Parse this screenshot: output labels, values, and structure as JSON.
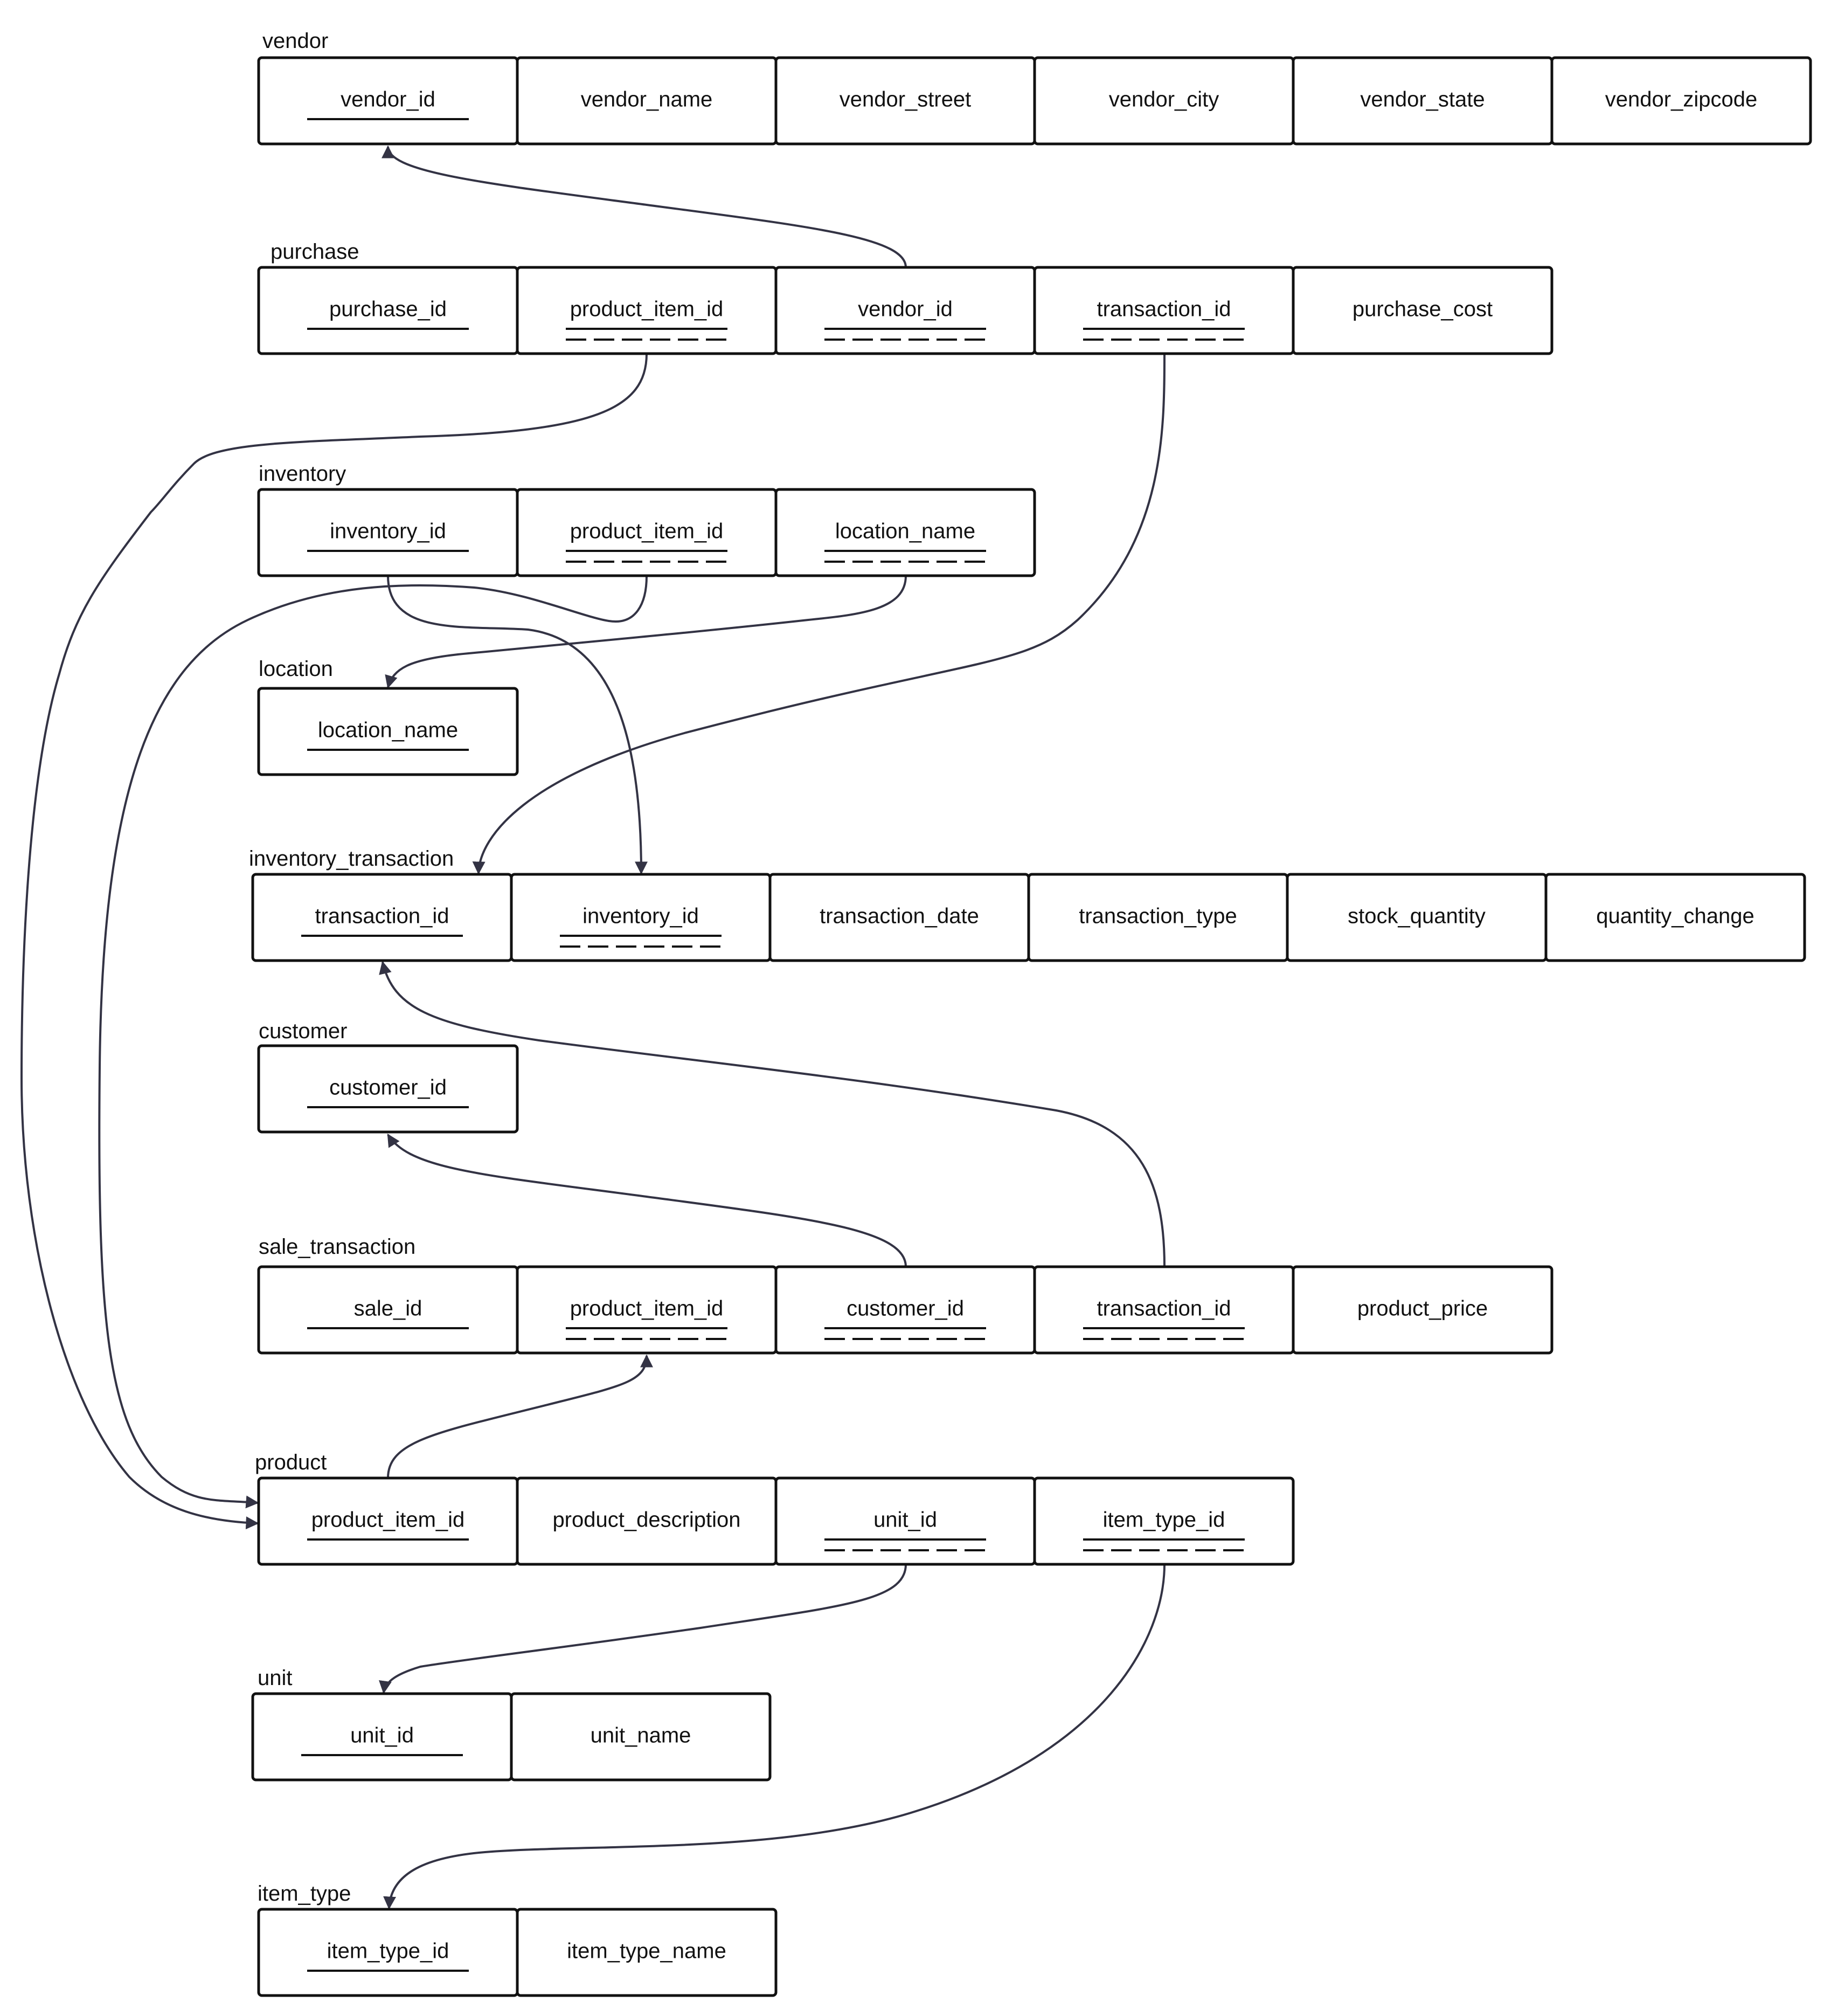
{
  "tables": [
    {
      "name": "vendor",
      "columns": [
        {
          "name": "vendor_id",
          "key": "pk"
        },
        {
          "name": "vendor_name",
          "key": ""
        },
        {
          "name": "vendor_street",
          "key": ""
        },
        {
          "name": "vendor_city",
          "key": ""
        },
        {
          "name": "vendor_state",
          "key": ""
        },
        {
          "name": "vendor_zipcode",
          "key": ""
        }
      ]
    },
    {
      "name": "purchase",
      "columns": [
        {
          "name": "purchase_id",
          "key": "pk"
        },
        {
          "name": "product_item_id",
          "key": "pk_fk"
        },
        {
          "name": "vendor_id",
          "key": "pk_fk"
        },
        {
          "name": "transaction_id",
          "key": "pk_fk"
        },
        {
          "name": "purchase_cost",
          "key": ""
        }
      ]
    },
    {
      "name": "inventory",
      "columns": [
        {
          "name": "inventory_id",
          "key": "pk"
        },
        {
          "name": "product_item_id",
          "key": "pk_fk"
        },
        {
          "name": "location_name",
          "key": "pk_fk"
        }
      ]
    },
    {
      "name": "location",
      "columns": [
        {
          "name": "location_name",
          "key": "pk"
        }
      ]
    },
    {
      "name": "inventory_transaction",
      "columns": [
        {
          "name": "transaction_id",
          "key": "pk"
        },
        {
          "name": "inventory_id",
          "key": "pk_fk"
        },
        {
          "name": "transaction_date",
          "key": ""
        },
        {
          "name": "transaction_type",
          "key": ""
        },
        {
          "name": "stock_quantity",
          "key": ""
        },
        {
          "name": "quantity_change",
          "key": ""
        }
      ]
    },
    {
      "name": "customer",
      "columns": [
        {
          "name": "customer_id",
          "key": "pk"
        }
      ]
    },
    {
      "name": "sale_transaction",
      "columns": [
        {
          "name": "sale_id",
          "key": "pk"
        },
        {
          "name": "product_item_id",
          "key": "pk_fk"
        },
        {
          "name": "customer_id",
          "key": "pk_fk"
        },
        {
          "name": "transaction_id",
          "key": "pk_fk"
        },
        {
          "name": "product_price",
          "key": ""
        }
      ]
    },
    {
      "name": "product",
      "columns": [
        {
          "name": "product_item_id",
          "key": "pk"
        },
        {
          "name": "product_description",
          "key": ""
        },
        {
          "name": "unit_id",
          "key": "pk_fk"
        },
        {
          "name": "item_type_id",
          "key": "pk_fk"
        }
      ]
    },
    {
      "name": "unit",
      "columns": [
        {
          "name": "unit_id",
          "key": "pk"
        },
        {
          "name": "unit_name",
          "key": ""
        }
      ]
    },
    {
      "name": "item_type",
      "columns": [
        {
          "name": "item_type_id",
          "key": "pk"
        },
        {
          "name": "item_type_name",
          "key": ""
        }
      ]
    }
  ],
  "relationships": [
    {
      "from": "purchase.vendor_id",
      "to": "vendor.vendor_id"
    },
    {
      "from": "purchase.product_item_id",
      "to": "product.product_item_id"
    },
    {
      "from": "purchase.transaction_id",
      "to": "inventory_transaction.transaction_id"
    },
    {
      "from": "inventory.product_item_id",
      "to": "product.product_item_id"
    },
    {
      "from": "inventory.location_name",
      "to": "location.location_name"
    },
    {
      "from": "inventory.inventory_id",
      "to": "inventory_transaction.inventory_id"
    },
    {
      "from": "sale_transaction.transaction_id",
      "to": "inventory_transaction.transaction_id"
    },
    {
      "from": "sale_transaction.customer_id",
      "to": "customer.customer_id"
    },
    {
      "from": "product.product_item_id",
      "to": "sale_transaction.product_item_id"
    },
    {
      "from": "product.unit_id",
      "to": "unit.unit_id"
    },
    {
      "from": "product.item_type_id",
      "to": "item_type.item_type_id"
    }
  ]
}
